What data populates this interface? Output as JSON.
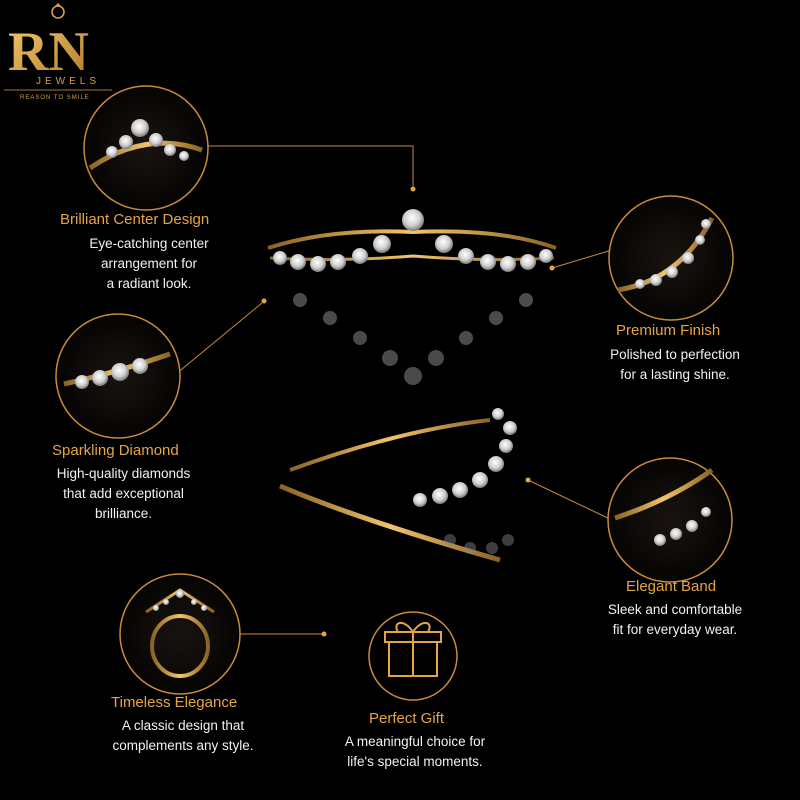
{
  "brand": {
    "monogram": "RN",
    "name": "JEWELS",
    "tagline": "REASON TO SMILE"
  },
  "colors": {
    "background": "#000000",
    "accent": "#e6a545",
    "text": "#f2f2f2",
    "gold": "#d4a04a"
  },
  "features": [
    {
      "title": "Brilliant Center Design",
      "desc": "Eye-catching center\narrangement for\na radiant look."
    },
    {
      "title": "Premium Finish",
      "desc": "Polished to perfection\nfor a lasting shine."
    },
    {
      "title": "Sparkling Diamond",
      "desc": "High-quality diamonds\nthat add exceptional\nbrilliance."
    },
    {
      "title": "Elegant Band",
      "desc": "Sleek and comfortable\nfit for everyday wear."
    },
    {
      "title": "Timeless Elegance",
      "desc": "A classic design that\ncomplements any style."
    },
    {
      "title": "Perfect Gift",
      "desc": "A meaningful choice for\nlife's special moments."
    }
  ],
  "icons": {
    "gift": "gift-icon"
  }
}
